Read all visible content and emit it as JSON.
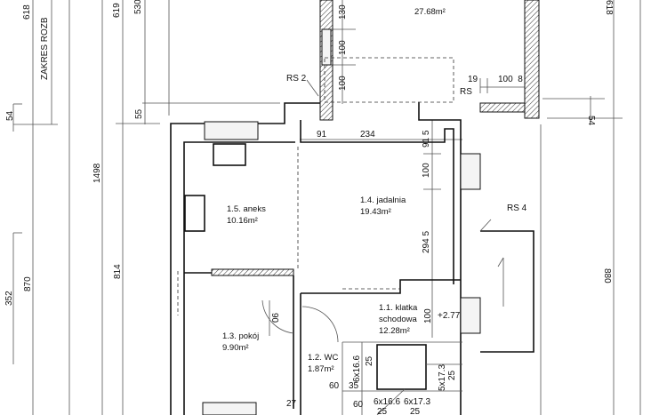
{
  "plan": {
    "dimensions": {
      "left_618": "618",
      "zakres": "ZAKRES ROZB",
      "d619": "619",
      "d530": "530",
      "d54_left": "54",
      "d55": "55",
      "d1498": "1498",
      "d352": "352",
      "d870": "870",
      "d814": "814",
      "d130": "130",
      "d100_a": "100",
      "d100_b": "100",
      "d19": "19",
      "d100_8": "100  8",
      "d54_right": "54",
      "right_618": "618",
      "d91": "91",
      "d234": "234",
      "d91_5": "91 5",
      "d100_c": "100",
      "d294_5": "294 5",
      "d880": "880",
      "d90": "90",
      "d100_d": "100",
      "level": "+2.77",
      "d60_a": "60",
      "d35": "35",
      "stairs_6x16_6_a": "6x16.6",
      "d25_a": "25",
      "stairs_5x17_3": "5x17.3",
      "d25_b": "25",
      "d60_b": "60",
      "stairs_6x16_6_b": "6x16.6",
      "stairs_6x17_3": "6x17.3",
      "d25_c": "25",
      "d25_d": "25",
      "d27": "27"
    },
    "markers": {
      "rs2": "RS 2",
      "rs": "RS",
      "rs4": "RS 4"
    },
    "rooms": {
      "pokoj_16": {
        "area": "27.68m²"
      },
      "aneks": {
        "name": "1.5. aneks",
        "area": "10.16m²"
      },
      "jadalnia": {
        "name": "1.4. jadalnia",
        "area": "19.43m²"
      },
      "pokoj_13": {
        "name": "1.3. pokój",
        "area": "9.90m²"
      },
      "klatka": {
        "name1": "1.1. klatka",
        "name2": "schodowa",
        "area": "12.28m²"
      },
      "wc": {
        "name": "1.2. WC",
        "area": "1.87m²"
      }
    }
  }
}
